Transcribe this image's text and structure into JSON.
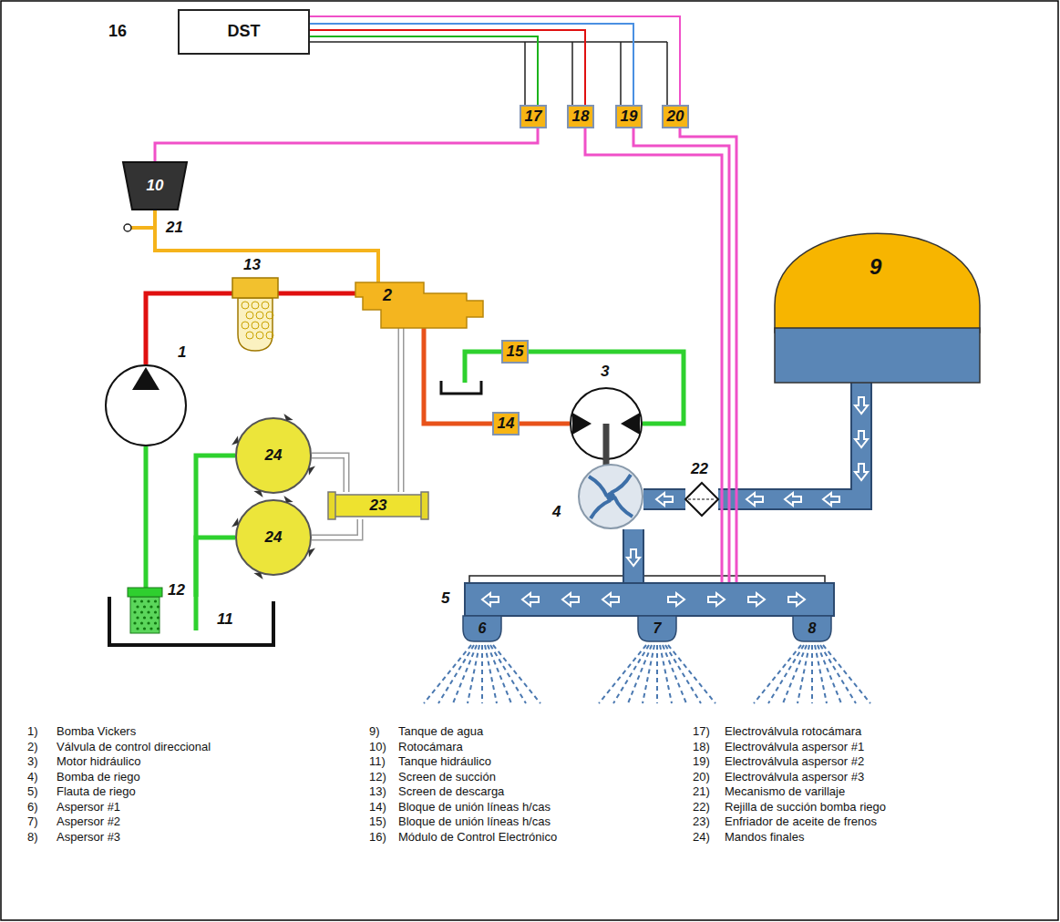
{
  "diagram": {
    "nodes": [
      {
        "text": [
          "16",
          "DST"
        ]
      },
      {
        "text": [
          "17"
        ]
      },
      {
        "text": [
          "18"
        ]
      },
      {
        "text": [
          "19"
        ]
      },
      {
        "text": [
          "20"
        ]
      },
      {
        "text": [
          "10"
        ]
      },
      {
        "text": [
          "2"
        ]
      },
      {
        "text": [
          "13"
        ]
      },
      {
        "text": [
          "9"
        ]
      },
      {
        "text": [
          "15"
        ]
      },
      {
        "text": [
          "1"
        ]
      },
      {
        "text": [
          "3"
        ]
      },
      {
        "text": [
          "14"
        ]
      },
      {
        "text": [
          "24"
        ]
      },
      {
        "text": [
          "23"
        ]
      },
      {
        "text": [
          "4"
        ]
      },
      {
        "text": [
          "22"
        ]
      },
      {
        "text": [
          "24"
        ]
      },
      {
        "text": [
          "11"
        ]
      },
      {
        "text": [
          "12"
        ],
        "in": 18
      },
      {
        "text": [
          "5"
        ]
      },
      {
        "text": [
          "6"
        ]
      },
      {
        "text": [
          "7"
        ]
      },
      {
        "text": [
          "8"
        ]
      }
    ],
    "edges": [
      {
        "from": 0,
        "to": 1,
        "arrow": "none"
      },
      {
        "from": 0,
        "to": 2,
        "arrow": "none"
      },
      {
        "from": 0,
        "to": 3,
        "arrow": "none"
      },
      {
        "from": 0,
        "to": 4,
        "arrow": "none"
      },
      {
        "from": 1,
        "to": 5,
        "arrow": "none"
      },
      {
        "from": 5,
        "to": 6,
        "arrow": "none"
      },
      {
        "from": 10,
        "to": 7,
        "arrow": "none"
      },
      {
        "from": 7,
        "to": 6,
        "arrow": "none"
      },
      {
        "from": 6,
        "to": 12,
        "arrow": "none"
      },
      {
        "from": 12,
        "to": 11,
        "arrow": "none"
      },
      {
        "from": 11,
        "to": 9,
        "arrow": "none"
      },
      {
        "from": 6,
        "to": 14,
        "arrow": "none"
      },
      {
        "from": 14,
        "to": 13,
        "arrow": "none"
      },
      {
        "from": 14,
        "to": 17,
        "arrow": "none"
      },
      {
        "from": 13,
        "to": 18,
        "arrow": "none"
      },
      {
        "from": 17,
        "to": 18,
        "arrow": "none"
      },
      {
        "from": 19,
        "to": 10,
        "arrow": "none"
      },
      {
        "from": 8,
        "to": 16,
        "arrow": "none"
      },
      {
        "from": 16,
        "to": 15,
        "arrow": "none"
      },
      {
        "from": 15,
        "to": 20,
        "arrow": "none"
      },
      {
        "from": 2,
        "to": 20,
        "arrow": "none"
      },
      {
        "from": 3,
        "to": 20,
        "arrow": "none"
      },
      {
        "from": 4,
        "to": 20,
        "arrow": "none"
      }
    ],
    "labels": [
      "21",
      "1)",
      "Bomba Vickers",
      "2)",
      "Válvula de control direccional",
      "3)",
      "Motor hidráulico",
      "4)",
      "Bomba de riego",
      "5)",
      "Flauta de riego",
      "6)",
      "Aspersor #1",
      "7)",
      "Aspersor #2",
      "8)",
      "Aspersor #3",
      "9)",
      "Tanque de agua",
      "10)",
      "Rotocámara",
      "11)",
      "Tanque hidráulico",
      "12)",
      "Screen de succión",
      "13)",
      "Screen de descarga",
      "14)",
      "Bloque de unión líneas h/cas",
      "15)",
      "Bloque de unión líneas h/cas",
      "16)",
      "Módulo de Control Electrónico",
      "17)",
      "Electroválvula rotocámara",
      "18)",
      "Electroválvula aspersor #1",
      "19)",
      "Electroválvula aspersor #2",
      "20)",
      "Electroválvula aspersor #3",
      "21)",
      "Mecanismo de varillaje",
      "22)",
      "Rejilla de succión bomba riego",
      "23)",
      "Enfriador de aceite de frenos",
      "24)",
      "Mandos finales"
    ]
  }
}
